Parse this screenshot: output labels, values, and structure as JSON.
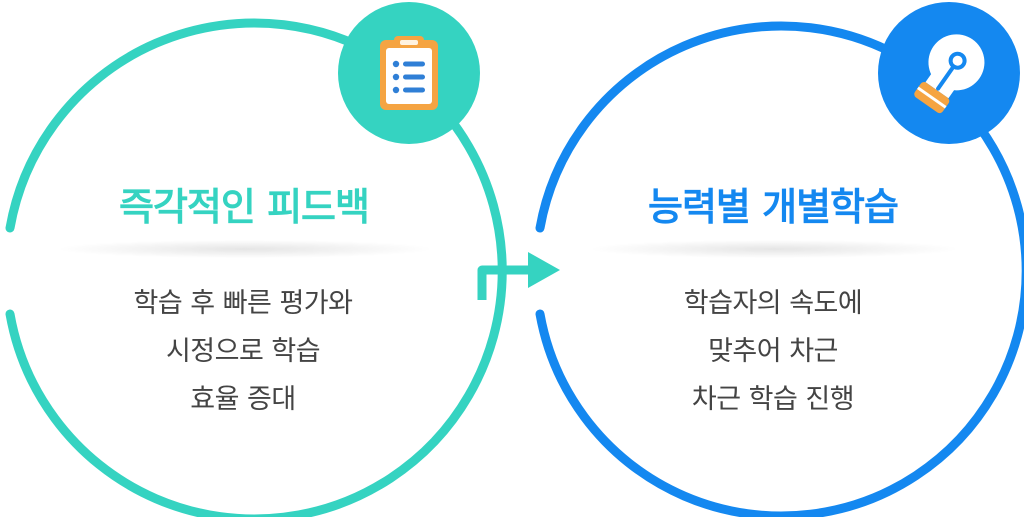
{
  "colors": {
    "teal": "#35d3c1",
    "blue": "#1488f0",
    "text": "#444444",
    "icon_orange": "#f5a442"
  },
  "left_card": {
    "title": "즉각적인 피드백",
    "lines": [
      "학습 후 빠른 평가와",
      "시정으로 학습",
      "효율 증대"
    ],
    "icon": "clipboard-icon"
  },
  "right_card": {
    "title": "능력별 개별학습",
    "lines": [
      "학습자의 속도에",
      "맞추어 차근",
      "차근 학습 진행"
    ],
    "icon": "lightbulb-icon"
  },
  "connector": "arrow-right-icon"
}
